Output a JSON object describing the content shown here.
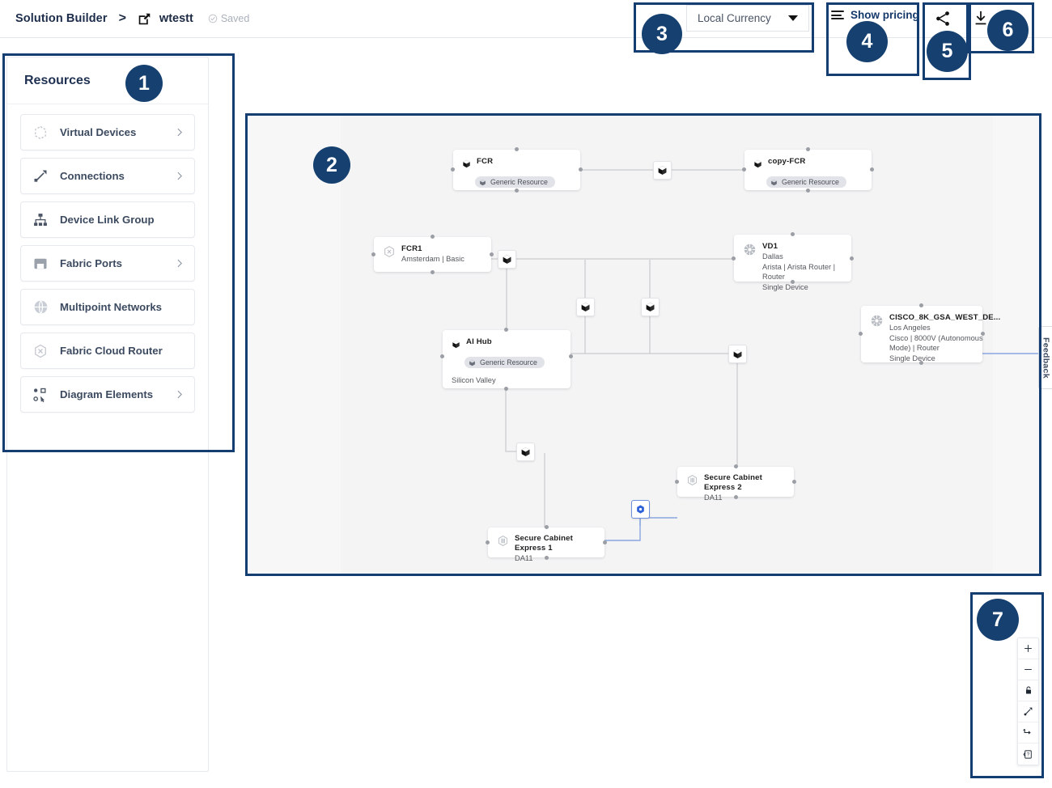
{
  "header": {
    "app_title": "Solution Builder",
    "separator": ">",
    "doc_name": "wtestt",
    "save_status": "Saved",
    "edit_icon": "edit-pencil-icon",
    "saved_icon": "check-circle-icon"
  },
  "toolbar": {
    "currency_value": "Local Currency",
    "currency_caret": "chevron-down-icon",
    "pricing_label": "Show pricing",
    "pricing_icon": "list-lines-icon",
    "share_icon": "share-icon",
    "download_icon": "download-icon"
  },
  "sidebar": {
    "title": "Resources",
    "items": [
      {
        "label": "Virtual Devices",
        "icon": "hexagon-dashed-icon",
        "chevron": true
      },
      {
        "label": "Connections",
        "icon": "connection-line-icon",
        "chevron": true
      },
      {
        "label": "Device Link Group",
        "icon": "hierarchy-icon",
        "chevron": false
      },
      {
        "label": "Fabric Ports",
        "icon": "port-square-icon",
        "chevron": true
      },
      {
        "label": "Multipoint Networks",
        "icon": "globe-network-icon",
        "chevron": false
      },
      {
        "label": "Fabric Cloud Router",
        "icon": "hexagon-x-icon",
        "chevron": false
      },
      {
        "label": "Diagram Elements",
        "icon": "diagram-elements-icon",
        "chevron": true
      }
    ]
  },
  "canvas": {
    "nodes": [
      {
        "id": "fcr",
        "title": "FCR",
        "icon": "cube-icon",
        "chip": "Generic Resource",
        "chip_icon": "cube-small-icon",
        "lines": []
      },
      {
        "id": "copy-fcr",
        "title": "copy-FCR",
        "icon": "cube-icon",
        "chip": "Generic Resource",
        "chip_icon": "cube-small-icon",
        "lines": []
      },
      {
        "id": "fcr1",
        "title": "FCR1",
        "icon": "hexagon-x-icon",
        "chip": null,
        "lines": [
          "Amsterdam | Basic"
        ]
      },
      {
        "id": "vd1",
        "title": "VD1",
        "icon": "device-circle-icon",
        "chip": null,
        "lines": [
          "Dallas",
          "Arista | Arista Router | Router",
          "Single Device"
        ]
      },
      {
        "id": "ai-hub",
        "title": "AI Hub",
        "icon": "cube-icon",
        "chip": "Generic Resource",
        "chip_icon": "cube-small-icon",
        "lines": [
          "Silicon Valley"
        ]
      },
      {
        "id": "cisco",
        "title": "CISCO_8K_GSA_WEST_DE...",
        "icon": "device-circle-icon",
        "chip": null,
        "lines": [
          "Los Angeles",
          "Cisco | 8000V (Autonomous",
          "Mode) | Router",
          "Single Device"
        ]
      },
      {
        "id": "sce2",
        "title": "Secure Cabinet Express 2",
        "icon": "cabinet-icon",
        "chip": null,
        "lines": [
          "DA11"
        ]
      },
      {
        "id": "sce1",
        "title": "Secure Cabinet Express 1",
        "icon": "cabinet-icon",
        "chip": null,
        "lines": [
          "DA11"
        ]
      }
    ],
    "edge_markers": [
      {
        "id": "m1",
        "icon": "cube-icon",
        "style": "plain"
      },
      {
        "id": "m2",
        "icon": "cube-icon",
        "style": "plain"
      },
      {
        "id": "m3",
        "icon": "cube-icon",
        "style": "plain"
      },
      {
        "id": "m4",
        "icon": "cube-icon",
        "style": "plain"
      },
      {
        "id": "m5",
        "icon": "cube-icon",
        "style": "plain"
      },
      {
        "id": "m6",
        "icon": "cube-icon",
        "style": "plain"
      },
      {
        "id": "m7",
        "icon": "network-hex-icon",
        "style": "blue"
      }
    ]
  },
  "feedback": {
    "label": "Feedback"
  },
  "zoom_toolbar": {
    "buttons": [
      {
        "name": "zoom-in",
        "icon": "plus-icon"
      },
      {
        "name": "zoom-out",
        "icon": "minus-icon"
      },
      {
        "name": "lock-canvas",
        "icon": "lock-icon"
      },
      {
        "name": "fit-view",
        "icon": "diagonal-arrow-icon"
      },
      {
        "name": "auto-layout",
        "icon": "elbow-arrow-icon"
      },
      {
        "name": "help",
        "icon": "question-box-icon"
      }
    ]
  },
  "annotations": {
    "accent": "#15406f",
    "badges": [
      "1",
      "2",
      "3",
      "4",
      "5",
      "6",
      "7"
    ]
  }
}
